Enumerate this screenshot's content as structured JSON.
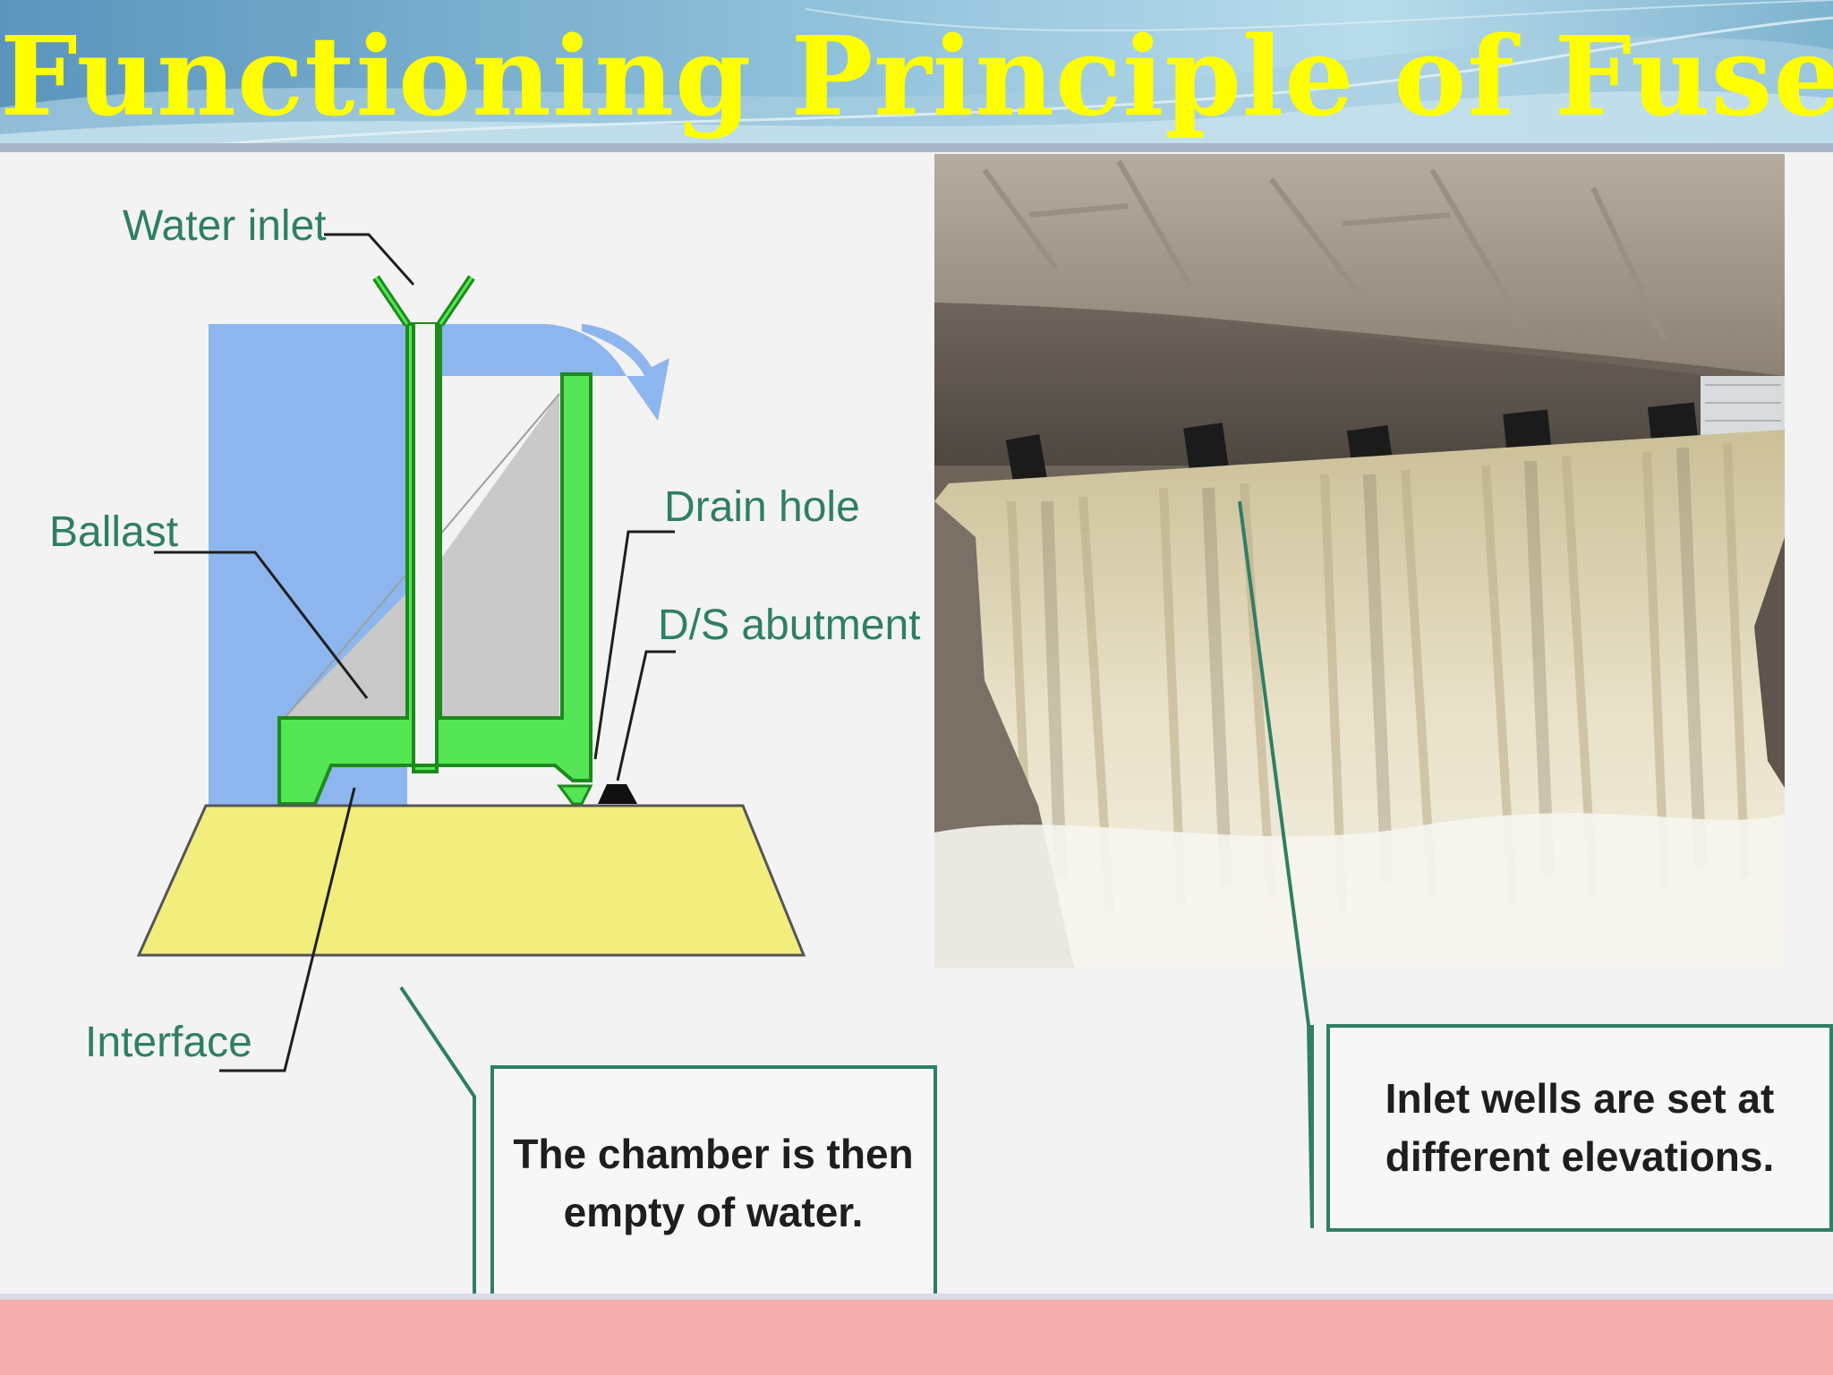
{
  "slide": {
    "title": "Functioning Principle of Fusegate"
  },
  "diagram": {
    "labels": {
      "water_inlet": "Water inlet",
      "ballast": "Ballast",
      "drain_hole": "Drain hole",
      "ds_abutment": "D/S abutment",
      "interface": "Interface"
    },
    "callout_left": {
      "line1": "The chamber is then",
      "line2": "empty of water."
    },
    "callout_right": {
      "line1": "Inlet wells are set at",
      "line2": "different elevations."
    }
  },
  "colors": {
    "title": "#ffff00",
    "banner": "#7fb4d0",
    "water": "#8db6ee",
    "gate": "#55e655",
    "gate_outline": "#1c8a1c",
    "base": "#f2ee7e",
    "ballast": "#c8c8c8",
    "label": "#2f7f63",
    "footer": "#f5aeae"
  }
}
